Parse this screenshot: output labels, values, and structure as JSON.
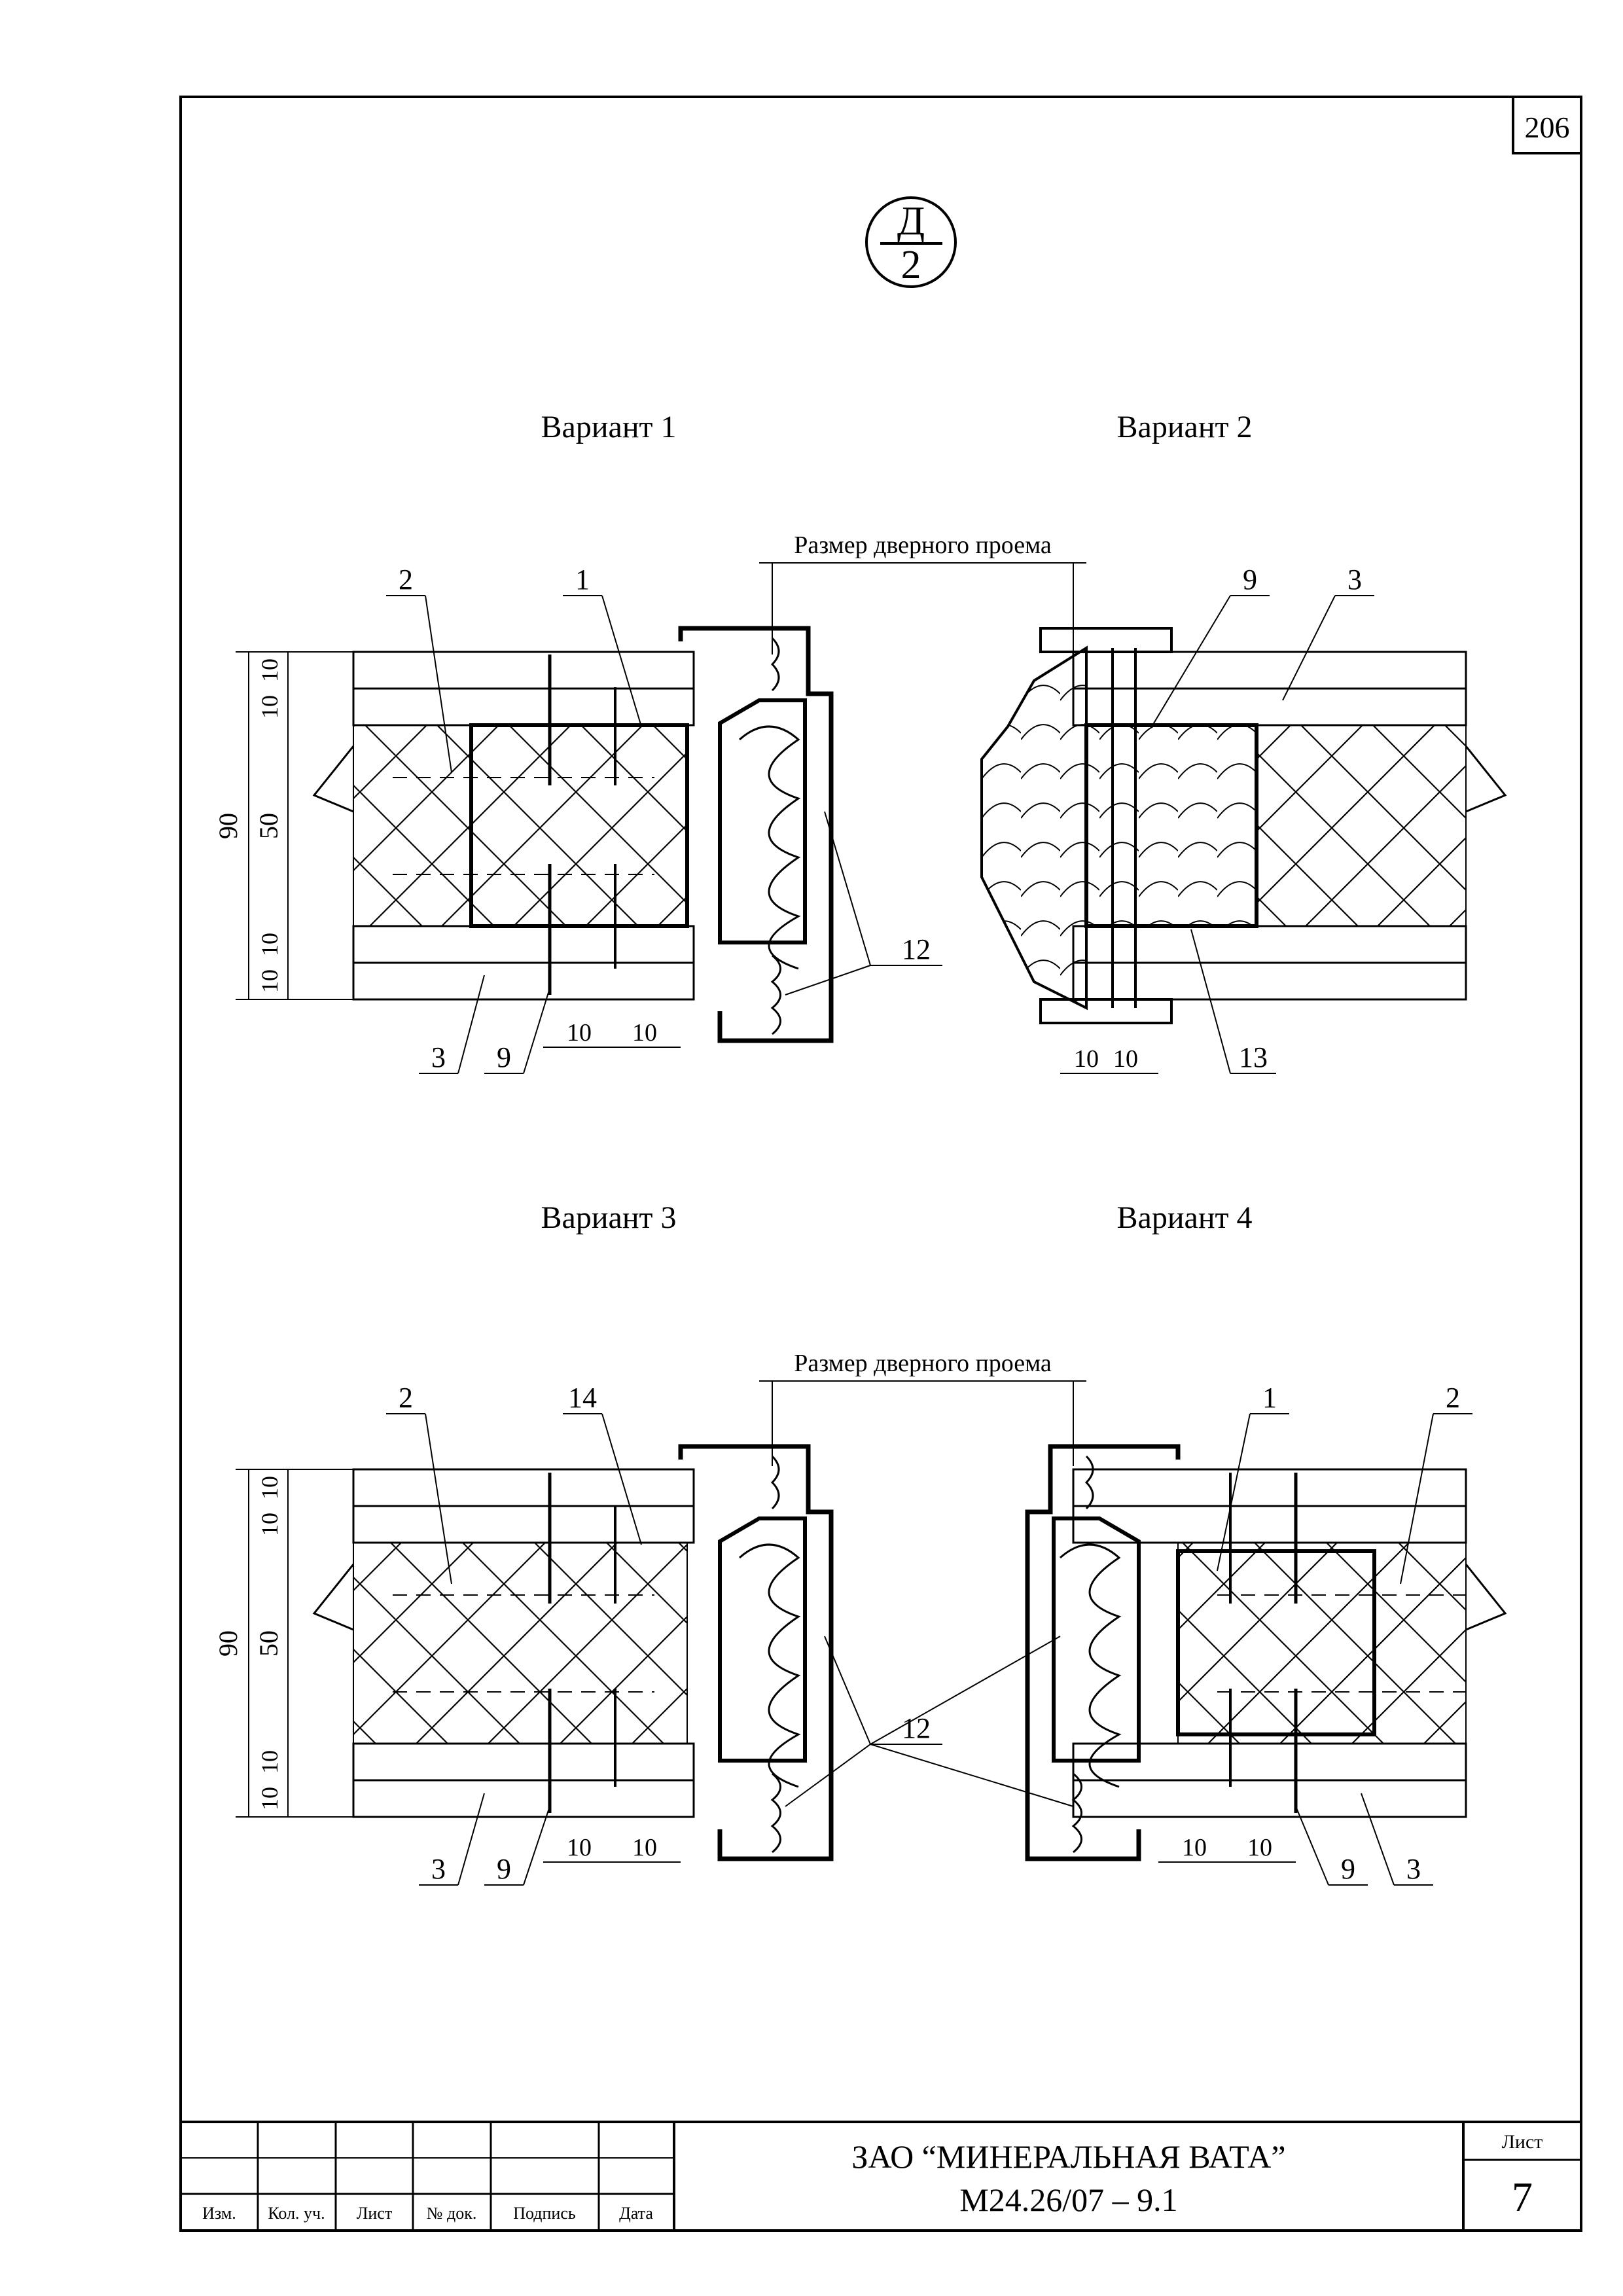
{
  "page_number": "206",
  "section_marker": {
    "letter": "Д",
    "number": "2"
  },
  "variants": [
    {
      "title": "Вариант 1"
    },
    {
      "title": "Вариант 2"
    },
    {
      "title": "Вариант 3"
    },
    {
      "title": "Вариант 4"
    }
  ],
  "door_opening_label": "Размер дверного проема",
  "dimensions": {
    "overall": "90",
    "core": "50",
    "layer": "10",
    "spacing": "10"
  },
  "callouts": {
    "v1": [
      "2",
      "1",
      "12",
      "3",
      "9"
    ],
    "v2": [
      "9",
      "3",
      "13"
    ],
    "v3": [
      "2",
      "14",
      "12",
      "3",
      "9"
    ],
    "v4": [
      "1",
      "2",
      "9",
      "3"
    ]
  },
  "title_block": {
    "columns": [
      "Изм.",
      "Кол. уч.",
      "Лист",
      "№ док.",
      "Подпись",
      "Дата"
    ],
    "organization": "ЗАО “МИНЕРАЛЬНАЯ ВАТА”",
    "document_code": "М24.26/07 – 9.1",
    "sheet_label": "Лист",
    "sheet_number": "7"
  }
}
